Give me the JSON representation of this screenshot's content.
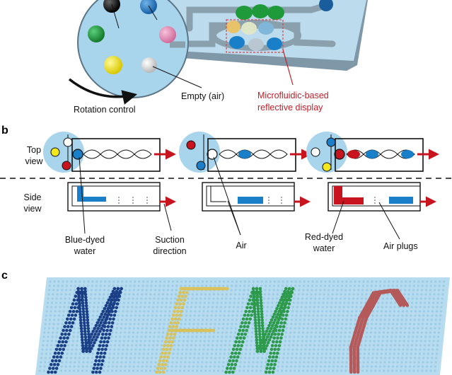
{
  "panels": {
    "b": "b",
    "c": "c"
  },
  "panel_a": {
    "rotation": "Rotation control",
    "empty": "Empty (air)",
    "display_line1": "Microfluidic-based",
    "display_line2": "reflective display"
  },
  "panel_b": {
    "top_line1": "Top",
    "top_line2": "view",
    "side_line1": "Side",
    "side_line2": "view",
    "blue_line1": "Blue-dyed",
    "blue_line2": "water",
    "suction_line1": "Suction",
    "suction_line2": "direction",
    "air": "Air",
    "red_line1": "Red-dyed",
    "red_line2": "water",
    "air_plugs": "Air plugs"
  },
  "panel_c": {
    "letters": [
      "M",
      "E",
      "M",
      "S"
    ]
  },
  "colors": {
    "blue": "#1a7fc9",
    "red": "#c8141e",
    "green": "#1f9a3a",
    "yellow": "#f2e81a",
    "pink": "#e489b4",
    "disk": "#a8d4ec",
    "chip": "#b8dcef",
    "letter_m1": "#1b3f86",
    "letter_e": "#d9c25a",
    "letter_m2": "#2c9a4a",
    "letter_s": "#b55a5a"
  }
}
